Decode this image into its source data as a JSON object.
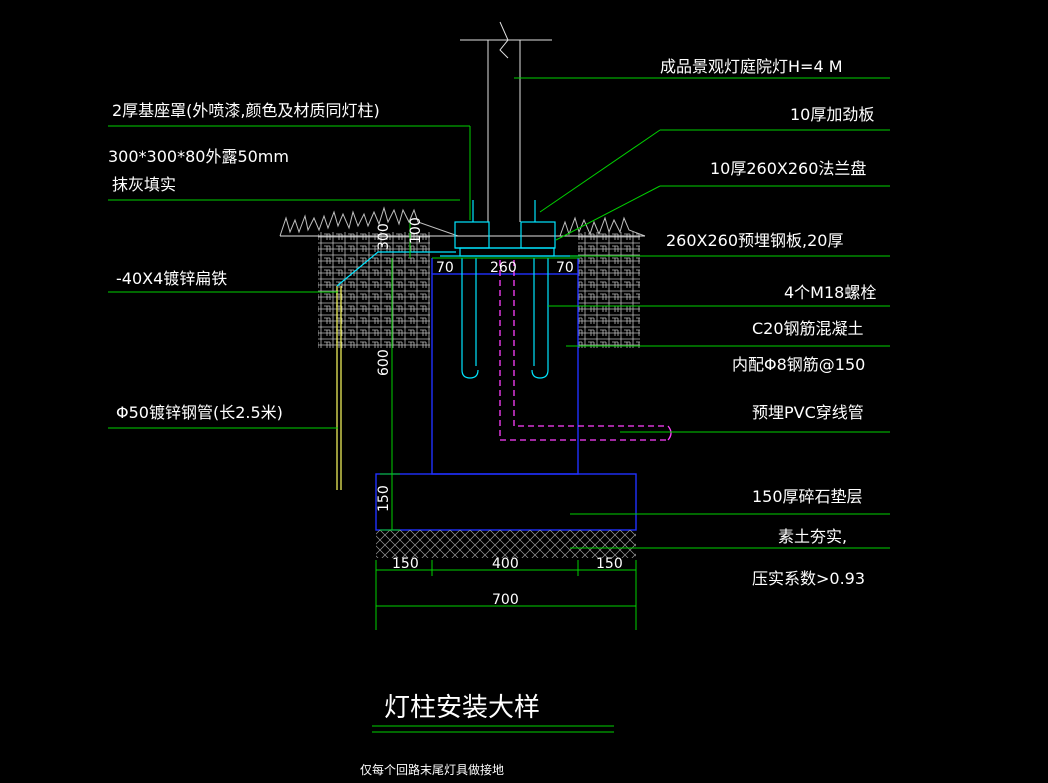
{
  "drawing": {
    "title": "灯柱安装大样",
    "note": "仅每个回路末尾灯具做接地"
  },
  "labels": {
    "lamp": "成品景观灯庭院灯H=4 M",
    "base_cover": "2厚基座罩(外喷漆,颜色及材质同灯柱)",
    "base_size": "300*300*80外露50mm",
    "plaster": "抹灰填实",
    "stiffener": "10厚加劲板",
    "flange": "10厚260X260法兰盘",
    "embedded_plate": "260X260预埋钢板,20厚",
    "flat_steel": "-40X4镀锌扁铁",
    "bolts": "4个M18螺栓",
    "concrete": "C20钢筋混凝土",
    "rebar": "内配Φ8钢筋@150",
    "pvc": "预埋PVC穿线管",
    "steel_pipe": "Φ50镀锌钢管(长2.5米)",
    "gravel": "150厚碎石垫层",
    "soil_1": "素土夯实,",
    "soil_2": "压实系数>0.93"
  },
  "dimensions": {
    "top_left": "70",
    "top_mid": "260",
    "top_right": "70",
    "base_height": "300",
    "above_ground": "100",
    "depth": "600",
    "gravel_thickness": "150",
    "bottom_left": "150",
    "bottom_mid": "400",
    "bottom_right": "150",
    "total_width": "700"
  },
  "colors": {
    "leader": "#00d000",
    "steel": "#00e5ff",
    "concrete_outline": "#2030ff",
    "pvc": "#ff40ff",
    "text": "#ffffff"
  }
}
